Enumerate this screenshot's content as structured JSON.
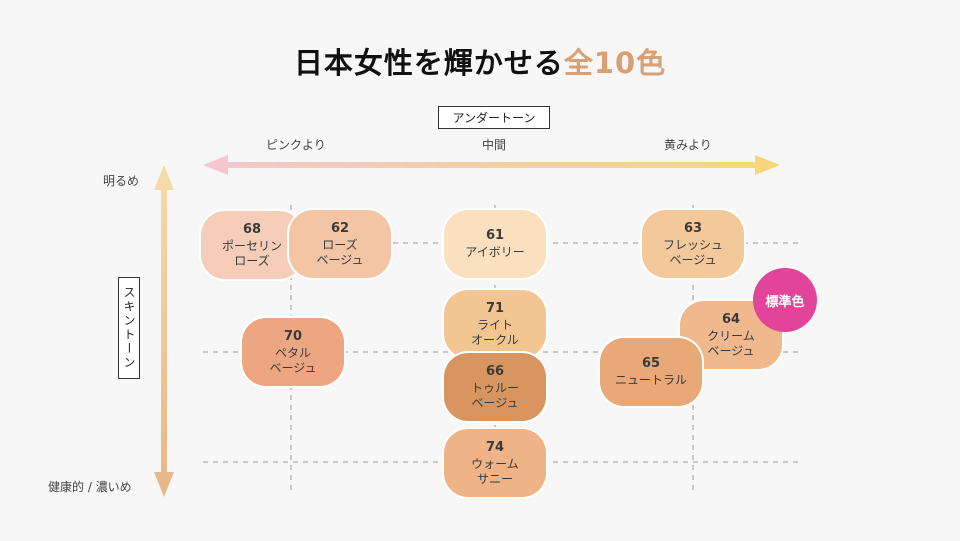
{
  "title": {
    "main": "日本女性を輝かせる",
    "accent": "全10色"
  },
  "axes": {
    "undertone_label": "アンダートーン",
    "skintone_label": "スキントーン",
    "columns": [
      "ピンクより",
      "中間",
      "黄みより"
    ],
    "rows": [
      "明るめ",
      "健康的 / 濃いめ"
    ]
  },
  "shades": [
    {
      "number": "68",
      "name": "ポーセリン\nローズ",
      "color": "#f6cdb8"
    },
    {
      "number": "62",
      "name": "ローズ\nベージュ",
      "color": "#f3c5a5"
    },
    {
      "number": "61",
      "name": "アイボリー",
      "color": "#fbe0bf"
    },
    {
      "number": "63",
      "name": "フレッシュ\nベージュ",
      "color": "#f3c89b"
    },
    {
      "number": "71",
      "name": "ライト\nオークル",
      "color": "#f3c591"
    },
    {
      "number": "70",
      "name": "ペタル\nベージュ",
      "color": "#eca782"
    },
    {
      "number": "64",
      "name": "クリーム\nベージュ",
      "color": "#efb88d"
    },
    {
      "number": "65",
      "name": "ニュートラル",
      "color": "#e8a878"
    },
    {
      "number": "66",
      "name": "トゥルー\nベージュ",
      "color": "#d9955f"
    },
    {
      "number": "74",
      "name": "ウォーム\nサニー",
      "color": "#eeb387"
    }
  ],
  "badge": {
    "label": "標準色",
    "color": "#e2449a"
  },
  "colors": {
    "title_accent": "#d9a074",
    "horizontal_arrow_left": "#f6c6cf",
    "horizontal_arrow_right": "#f7d77a",
    "vertical_arrow": "#e8c08a"
  }
}
